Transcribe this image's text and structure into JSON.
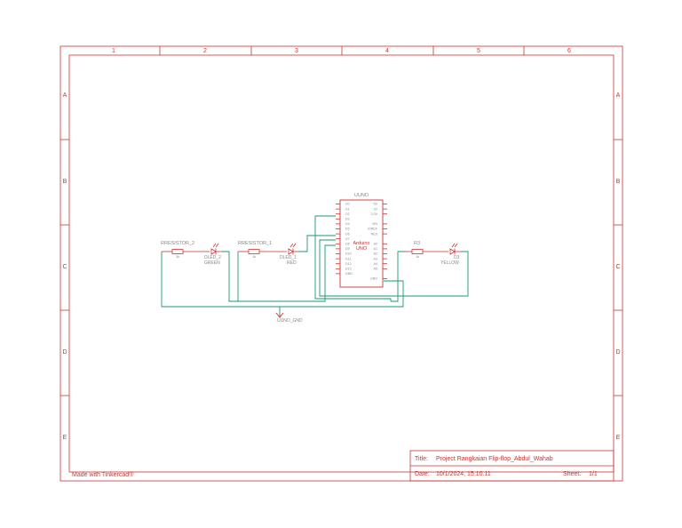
{
  "frame": {
    "columns": [
      "1",
      "2",
      "3",
      "4",
      "5",
      "6"
    ],
    "rows": [
      "A",
      "B",
      "C",
      "D",
      "E"
    ]
  },
  "arduino": {
    "ref": "UUNO",
    "label_line1": "Arduino",
    "label_line2": "UNO",
    "left_pins": [
      "D0",
      "D1",
      "D2",
      "D3",
      "D4",
      "D5",
      "D6",
      "D7",
      "D8",
      "D9",
      "D10",
      "D11",
      "D12",
      "D13",
      "GND"
    ],
    "right_pins": [
      "5V",
      "3V",
      "3.3V",
      "VIN",
      "IOREF",
      "RES",
      "A0",
      "A1",
      "A2",
      "A3",
      "A4",
      "A5",
      "GND"
    ]
  },
  "components": {
    "r2_name": "RRESISTOR_2",
    "r2_value": "1k",
    "led2_name": "DLED_2",
    "led2_color": "GREEN",
    "r1_name": "RRESISTOR_1",
    "r1_value": "1k",
    "led1_name": "DLED_1",
    "led1_color": "RED",
    "r3_name": "R3",
    "r3_value": "1k",
    "led3_name": "D3",
    "led3_color": "YELLOW",
    "ground_label": "UUNO_GND"
  },
  "footer": {
    "made_with": "Made with Tinkercad®",
    "title_label": "Title:",
    "title_value": "Project Rangkaian Flip-flop_Abdul_Wahab",
    "date_label": "Date:",
    "date_value": "10/1/2024, 15.10.11",
    "sheet_label": "Sheet:",
    "sheet_value": "1/1"
  },
  "colors": {
    "frame": "#cc3333",
    "wire": "#1a9a6a",
    "pin_text": "#888888"
  }
}
